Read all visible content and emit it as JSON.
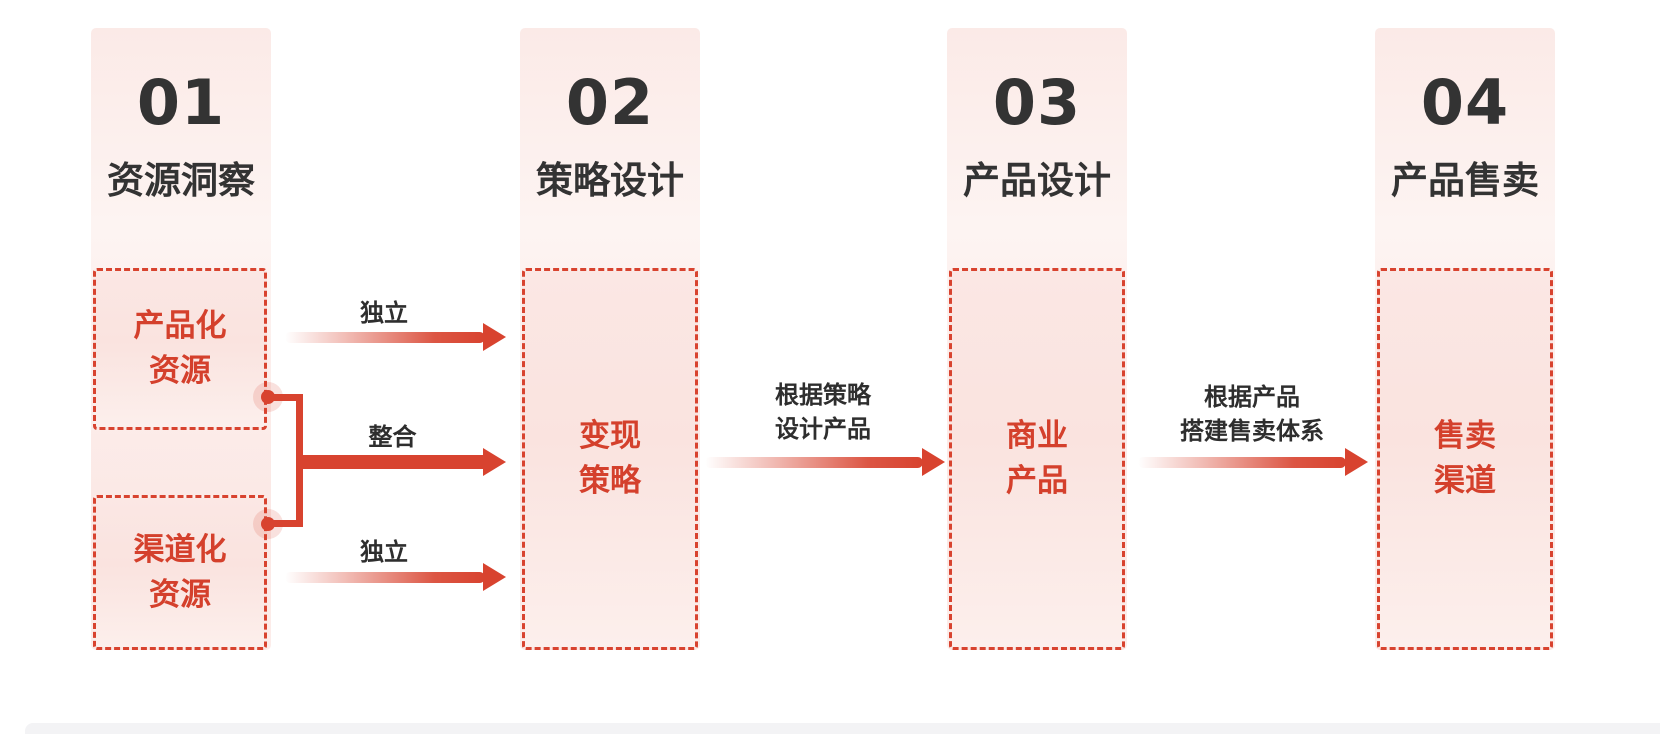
{
  "colors": {
    "accent_red": "#d8432f",
    "box_text_red": "#d4402c",
    "heading_dark": "#333333",
    "strip_pink": "#fbeae7",
    "box_fill_pink": "#fae3df"
  },
  "stages": [
    {
      "number": "01",
      "title": "资源洞察"
    },
    {
      "number": "02",
      "title": "策略设计"
    },
    {
      "number": "03",
      "title": "产品设计"
    },
    {
      "number": "04",
      "title": "产品售卖"
    }
  ],
  "boxes": {
    "productized": {
      "line1": "产品化",
      "line2": "资源"
    },
    "channelized": {
      "line1": "渠道化",
      "line2": "资源"
    },
    "strategy": {
      "line1": "变现",
      "line2": "策略"
    },
    "commercial": {
      "line1": "商业",
      "line2": "产品"
    },
    "sales": {
      "line1": "售卖",
      "line2": "渠道"
    }
  },
  "arrows": {
    "independent_top": "独立",
    "merge": "整合",
    "independent_bottom": "独立",
    "strategy_to_product": {
      "line1": "根据策略",
      "line2": "设计产品"
    },
    "product_to_sales": {
      "line1": "根据产品",
      "line2": "搭建售卖体系"
    }
  }
}
